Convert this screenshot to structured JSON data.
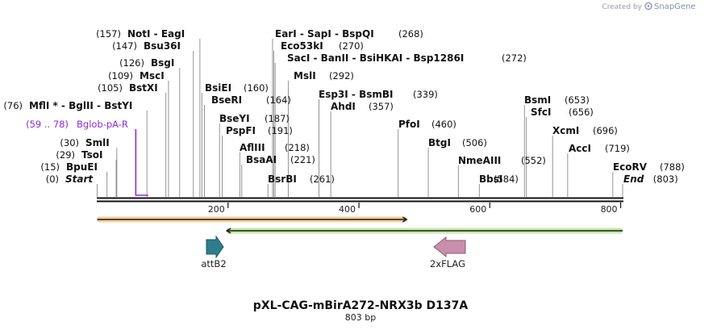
{
  "credit": {
    "prefix": "Created by",
    "brand": "SnapGene"
  },
  "map": {
    "length": 803,
    "ticks": [
      200,
      400,
      600,
      800
    ],
    "title": "pXL-CAG-mBirA272-NRX3b D137A",
    "subtitle": "803 bp"
  },
  "sites": [
    {
      "label": "(157)",
      "name": "NotI  -  EagI",
      "bp": 157
    },
    {
      "label": "(147)",
      "name": "Bsu36I",
      "bp": 147
    },
    {
      "label": "(126)",
      "name": "BsgI",
      "bp": 126
    },
    {
      "label": "(109)",
      "name": "MscI",
      "bp": 109
    },
    {
      "label": "(105)",
      "name": "BstXI",
      "bp": 105
    },
    {
      "label": "(76)",
      "name": "MflI *  -  BglII  -  BstYI",
      "bp": 76
    },
    {
      "label": "(30)",
      "name": "SmlI",
      "bp": 30
    },
    {
      "label": "(29)",
      "name": "TsoI",
      "bp": 29
    },
    {
      "label": "(15)",
      "name": "BpuEI",
      "bp": 15
    },
    {
      "label": "(0)",
      "name": "Start",
      "bp": 0,
      "italic": true
    },
    {
      "label": "(160)",
      "name": "BsiEI",
      "bp": 160
    },
    {
      "label": "(164)",
      "name": "BseRI",
      "bp": 164
    },
    {
      "label": "(187)",
      "name": "BseYI",
      "bp": 187
    },
    {
      "label": "(191)",
      "name": "PspFI",
      "bp": 191
    },
    {
      "label": "(218)",
      "name": "AflIII",
      "bp": 218
    },
    {
      "label": "(221)",
      "name": "BsaAI",
      "bp": 221
    },
    {
      "label": "(261)",
      "name": "BsrBI",
      "bp": 261
    },
    {
      "label": "(268)",
      "name": "EarI  -  SapI  -  BspQI",
      "bp": 268
    },
    {
      "label": "(270)",
      "name": "Eco53kI",
      "bp": 270
    },
    {
      "label": "(272)",
      "name": "SacI  -  BanII  -  BsiHKAI  -  Bsp1286I",
      "bp": 272
    },
    {
      "label": "(292)",
      "name": "MslI",
      "bp": 292
    },
    {
      "label": "(339)",
      "name": "Esp3I  -  BsmBI",
      "bp": 339
    },
    {
      "label": "(357)",
      "name": "AhdI",
      "bp": 357
    },
    {
      "label": "(460)",
      "name": "PfoI",
      "bp": 460
    },
    {
      "label": "(506)",
      "name": "BtgI",
      "bp": 506
    },
    {
      "label": "(552)",
      "name": "NmeAIII",
      "bp": 552
    },
    {
      "label": "(584)",
      "name": "BbsI",
      "bp": 584
    },
    {
      "label": "(653)",
      "name": "BsmI",
      "bp": 653
    },
    {
      "label": "(656)",
      "name": "SfcI",
      "bp": 656
    },
    {
      "label": "(696)",
      "name": "XcmI",
      "bp": 696
    },
    {
      "label": "(719)",
      "name": "AccI",
      "bp": 719
    },
    {
      "label": "(788)",
      "name": "EcoRV",
      "bp": 788
    },
    {
      "label": "(803)",
      "name": "End",
      "bp": 803,
      "italic": true
    }
  ],
  "primer": {
    "label": "(59 .. 78)",
    "name": "Bglob-pA-R",
    "start": 59,
    "end": 78,
    "color": "#8a2be2"
  },
  "features": [
    {
      "name": "attB2",
      "color": "#2e7d8c",
      "direction": "right"
    },
    {
      "name": "2xFLAG",
      "color": "#c98faa",
      "direction": "left"
    }
  ],
  "orf_bars": [
    {
      "start": 0,
      "end": 473,
      "direction": "right",
      "color": "#f3c27c"
    },
    {
      "start": 198,
      "end": 803,
      "direction": "left",
      "color": "#b3e08c"
    }
  ]
}
